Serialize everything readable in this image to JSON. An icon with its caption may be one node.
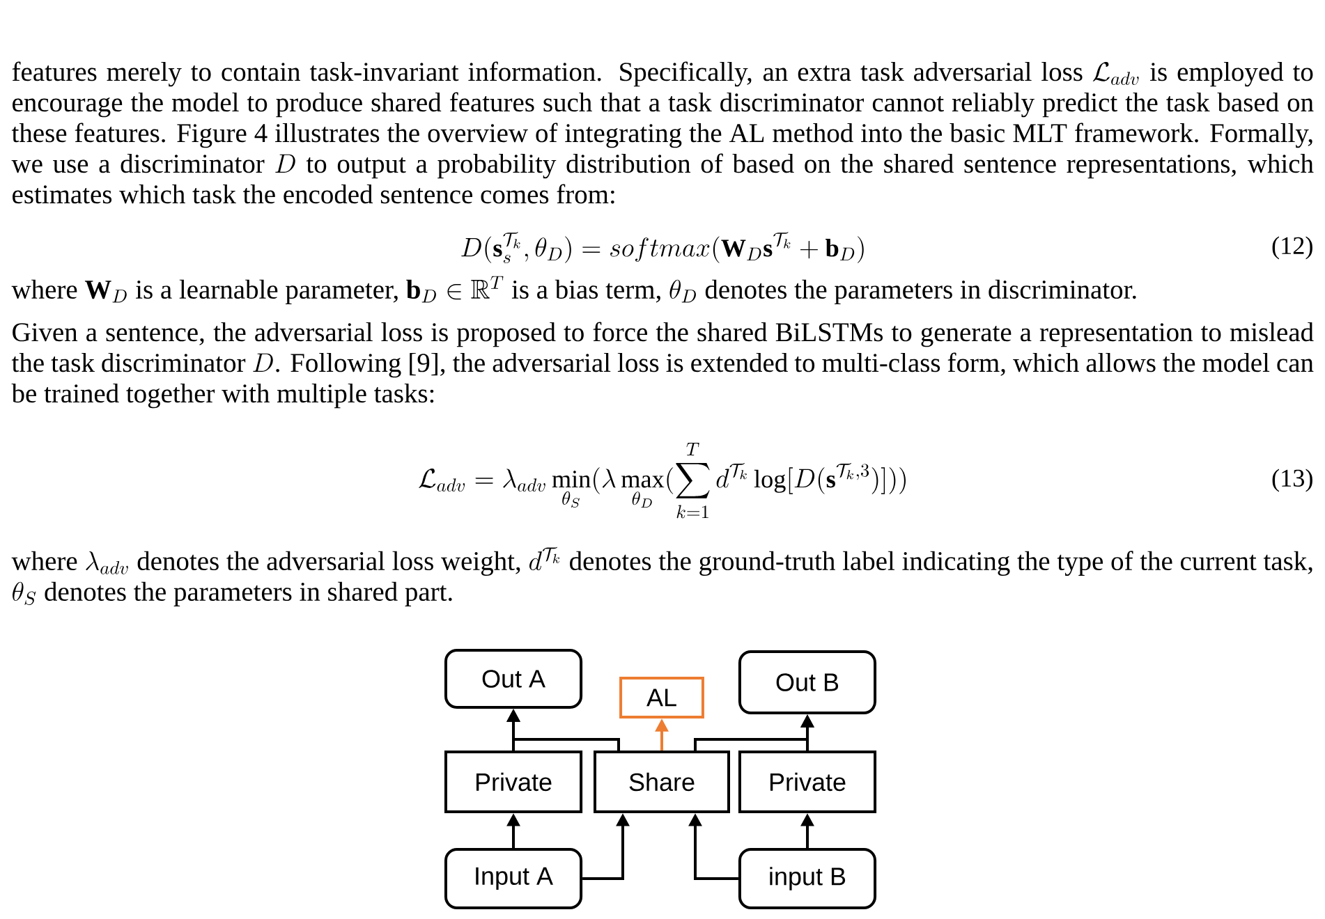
{
  "diagram": {
    "nodes": [
      {
        "text": [
          "Out A"
        ]
      },
      {
        "text": [
          "AL"
        ]
      },
      {
        "text": [
          "Out B"
        ]
      },
      {
        "text": [
          "Private"
        ]
      },
      {
        "text": [
          "Share"
        ]
      },
      {
        "text": [
          "Private"
        ]
      },
      {
        "text": [
          "Input A"
        ]
      },
      {
        "text": [
          "input B"
        ]
      }
    ],
    "edges": [
      {
        "from": 3,
        "to": 0,
        "arrow": "to"
      },
      {
        "from": 4,
        "to": 0,
        "arrow": "to"
      },
      {
        "from": 4,
        "to": 1,
        "arrow": "to",
        "color": "#ed7d31"
      },
      {
        "from": 4,
        "to": 2,
        "arrow": "to"
      },
      {
        "from": 5,
        "to": 2,
        "arrow": "to"
      },
      {
        "from": 6,
        "to": 3,
        "arrow": "to"
      },
      {
        "from": 6,
        "to": 4,
        "arrow": "to"
      },
      {
        "from": 7,
        "to": 4,
        "arrow": "to"
      },
      {
        "from": 7,
        "to": 5,
        "arrow": "to"
      }
    ],
    "labels": [
      "features merely to contain task-invariant information. Specifically, an extra task adversarial loss",
      "\\mathcal{L}_{adv}",
      "is employed to encourage the model to produce shared features such that a task discriminator cannot reliably predict the task based on these features. Figure 4 illustrates the overview of integrating the AL method into the basic MLT framework. Formally, we use a discriminator",
      "D",
      "to output a probability distribution of based on the shared sentence representations, which estimates which task the encoded sentence comes from:",
      "D(\\mathbf{s}_s^{\\mathcal{T}_k}, \\theta_D) = softmax(\\mathbf{W}_D\\mathbf{s}^{\\mathcal{T}_k} + \\mathbf{b}_D)",
      "(12)",
      "where",
      "\\mathbf{W}_D",
      "is a learnable parameter,",
      "\\mathbf{b}_D \\in \\mathbb{R}^T",
      "is a bias term,",
      "\\theta_D",
      "denotes the parameters in discriminator.",
      "Given a sentence, the adversarial loss is proposed to force the shared BiLSTMs to generate a representation to mislead the task discriminator",
      "D",
      ". Following [9], the adversarial loss is extended to multi-class form, which allows the model can be trained together with multiple tasks:",
      "\\mathcal{L}_{adv} = \\lambda_{adv} \\min_{\\theta_S}(\\lambda \\max_{\\theta_D}(\\sum_{k=1}^{T} d^{\\mathcal{T}_k} \\log[D(\\mathbf{s}^{\\mathcal{T}_k,3})]))",
      "(13)",
      "where",
      "\\lambda_{adv}",
      "denotes the adversarial loss weight,",
      "d^{\\mathcal{T}_k}",
      "denotes the ground-truth label indicating the type of the current task,",
      "\\theta_S",
      "denotes the parameters in shared part."
    ]
  }
}
